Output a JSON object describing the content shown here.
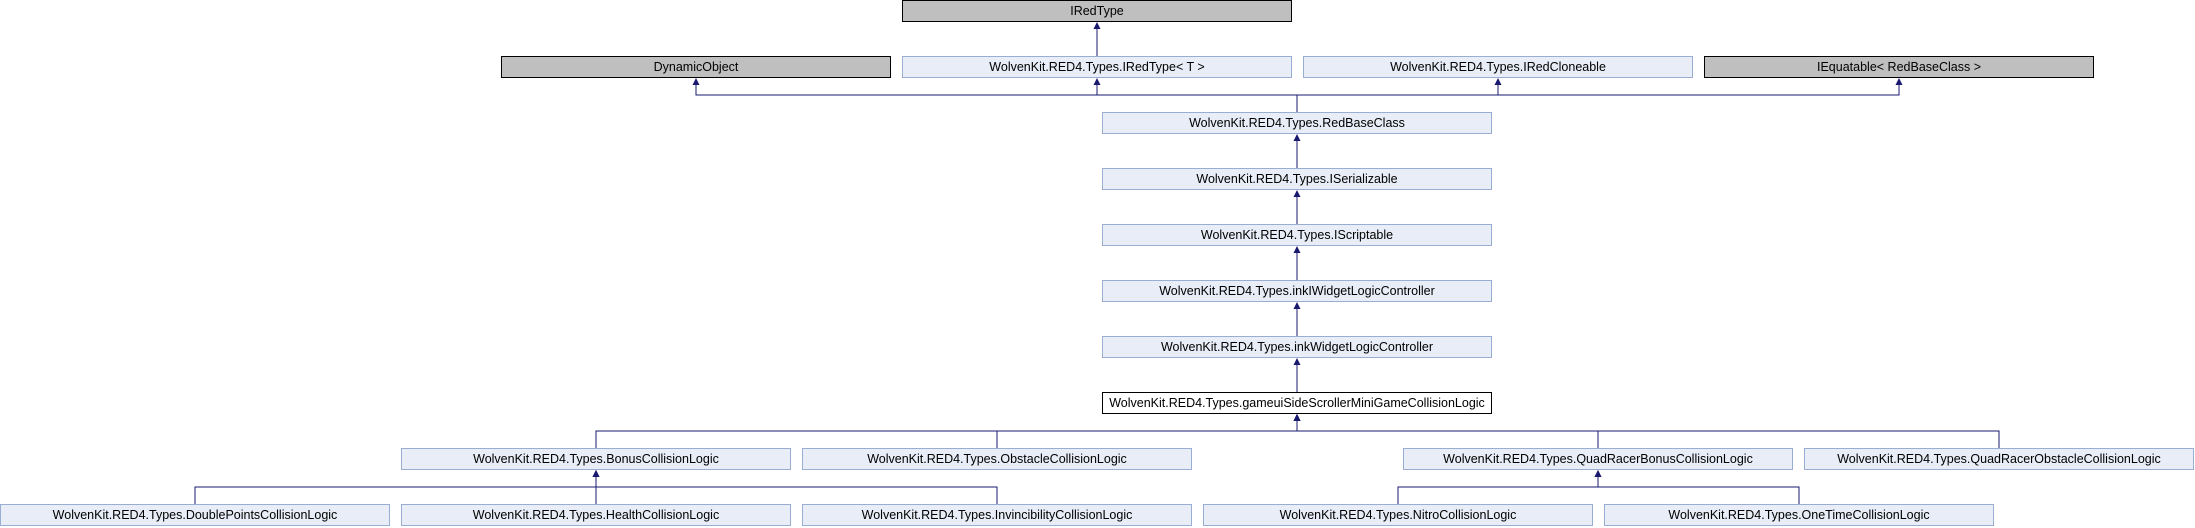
{
  "diagram": {
    "colors": {
      "edge": "#191970",
      "node_fill": "#e8edf7",
      "node_border": "#9aaed1",
      "external_fill": "#bfbfbf",
      "current_fill": "#ffffff"
    },
    "nodes": {
      "iredtype": {
        "label": "IRedType",
        "kind": "external"
      },
      "dynamicobject": {
        "label": "DynamicObject",
        "kind": "external"
      },
      "iredtype_t": {
        "label": "WolvenKit.RED4.Types.IRedType< T >",
        "kind": "class"
      },
      "iredcloneable": {
        "label": "WolvenKit.RED4.Types.IRedCloneable",
        "kind": "class"
      },
      "iequatable": {
        "label": "IEquatable< RedBaseClass >",
        "kind": "external"
      },
      "redbaseclass": {
        "label": "WolvenKit.RED4.Types.RedBaseClass",
        "kind": "class"
      },
      "iserializable": {
        "label": "WolvenKit.RED4.Types.ISerializable",
        "kind": "class"
      },
      "iscriptable": {
        "label": "WolvenKit.RED4.Types.IScriptable",
        "kind": "class"
      },
      "inkiwidgetlogiccontroller": {
        "label": "WolvenKit.RED4.Types.inkIWidgetLogicController",
        "kind": "class"
      },
      "inkwidgetlogiccontroller": {
        "label": "WolvenKit.RED4.Types.inkWidgetLogicController",
        "kind": "class"
      },
      "gameuisidescrollerminigamecollisionlogic": {
        "label": "WolvenKit.RED4.Types.gameuiSideScrollerMiniGameCollisionLogic",
        "kind": "current"
      },
      "bonuscollisionlogic": {
        "label": "WolvenKit.RED4.Types.BonusCollisionLogic",
        "kind": "class"
      },
      "obstaclecollisionlogic": {
        "label": "WolvenKit.RED4.Types.ObstacleCollisionLogic",
        "kind": "class"
      },
      "quadracerbonuscollisionlogic": {
        "label": "WolvenKit.RED4.Types.QuadRacerBonusCollisionLogic",
        "kind": "class"
      },
      "quadracerobstaclecollisionlogic": {
        "label": "WolvenKit.RED4.Types.QuadRacerObstacleCollisionLogic",
        "kind": "class"
      },
      "doublepointscollisionlogic": {
        "label": "WolvenKit.RED4.Types.DoublePointsCollisionLogic",
        "kind": "class"
      },
      "healthcollisionlogic": {
        "label": "WolvenKit.RED4.Types.HealthCollisionLogic",
        "kind": "class"
      },
      "invincibilitycollisionlogic": {
        "label": "WolvenKit.RED4.Types.InvincibilityCollisionLogic",
        "kind": "class"
      },
      "nitrocollisionlogic": {
        "label": "WolvenKit.RED4.Types.NitroCollisionLogic",
        "kind": "class"
      },
      "onetimecollisionlogic": {
        "label": "WolvenKit.RED4.Types.OneTimeCollisionLogic",
        "kind": "class"
      }
    },
    "edges": [
      {
        "from": "iredtype_t",
        "to": "iredtype"
      },
      {
        "from": "redbaseclass",
        "to": "dynamicobject"
      },
      {
        "from": "redbaseclass",
        "to": "iredtype_t"
      },
      {
        "from": "redbaseclass",
        "to": "iredcloneable"
      },
      {
        "from": "redbaseclass",
        "to": "iequatable"
      },
      {
        "from": "iserializable",
        "to": "redbaseclass"
      },
      {
        "from": "iscriptable",
        "to": "iserializable"
      },
      {
        "from": "inkiwidgetlogiccontroller",
        "to": "iscriptable"
      },
      {
        "from": "inkwidgetlogiccontroller",
        "to": "inkiwidgetlogiccontroller"
      },
      {
        "from": "gameuisidescrollerminigamecollisionlogic",
        "to": "inkwidgetlogiccontroller"
      },
      {
        "from": "bonuscollisionlogic",
        "to": "gameuisidescrollerminigamecollisionlogic"
      },
      {
        "from": "obstaclecollisionlogic",
        "to": "gameuisidescrollerminigamecollisionlogic"
      },
      {
        "from": "quadracerbonuscollisionlogic",
        "to": "gameuisidescrollerminigamecollisionlogic"
      },
      {
        "from": "quadracerobstaclecollisionlogic",
        "to": "gameuisidescrollerminigamecollisionlogic"
      },
      {
        "from": "doublepointscollisionlogic",
        "to": "bonuscollisionlogic"
      },
      {
        "from": "healthcollisionlogic",
        "to": "bonuscollisionlogic"
      },
      {
        "from": "invincibilitycollisionlogic",
        "to": "bonuscollisionlogic"
      },
      {
        "from": "nitrocollisionlogic",
        "to": "quadracerbonuscollisionlogic"
      },
      {
        "from": "onetimecollisionlogic",
        "to": "quadracerbonuscollisionlogic"
      }
    ]
  }
}
